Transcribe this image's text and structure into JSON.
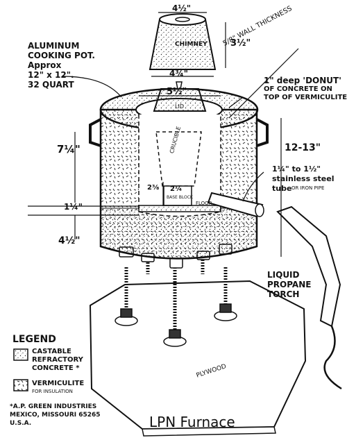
{
  "title": "LPN Furnace",
  "labels": {
    "pot": [
      "ALUMINUM",
      "COOKING POT.",
      "Approx",
      "12\" x 12\".",
      "32 QUART"
    ],
    "chimney": "CHIMNEY",
    "chimney_top": "4½\"",
    "chimney_height": "3½\"",
    "chimney_bottom": "4¾\"",
    "wall": "5/8\" WALL THICKNESS",
    "lid_width": "5½\"",
    "lid": "LID",
    "donut": [
      "1\" deep 'DONUT'",
      "OF CONCRETE ON",
      "TOP OF VERMICULITE"
    ],
    "height_left": "7¼\"",
    "crucible": "CRUCIBLE",
    "base_block_height": "2⅜",
    "base_block_width": "2¼",
    "base_block": "BASE BLOCK",
    "floor": "FLOOR",
    "floor_thickness": "1¼\"",
    "bottom_height": "4½\"",
    "height_right": "12-13\"",
    "tube": [
      "1¼\" to 1½\"",
      "stainless steel",
      "tube"
    ],
    "tube_alt": "OR IRON PIPE",
    "torch": [
      "LIQUID",
      "PROPANE",
      "TORCH"
    ],
    "plywood": "PLYWOOD"
  },
  "legend": {
    "title": "LEGEND",
    "castable": [
      "CASTABLE",
      "REFRACTORY",
      "CONCRETE *"
    ],
    "vermiculite": "VERMICULITE",
    "vermiculite_note": "FOR INSULATION",
    "footnote": [
      "*A.P. GREEN INDUSTRIES",
      "MEXICO, MISSOURI 65265",
      "U.S.A."
    ]
  }
}
